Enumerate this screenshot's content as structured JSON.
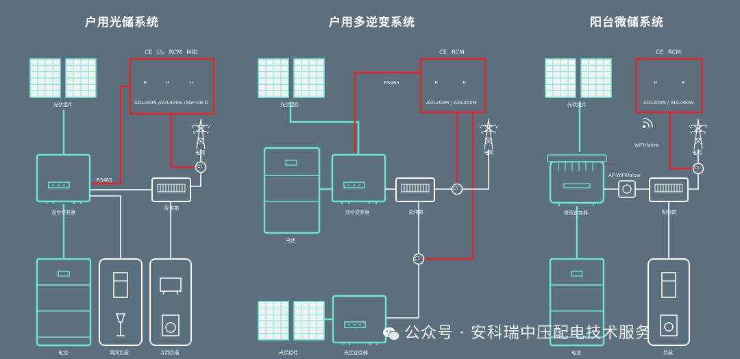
{
  "titles": {
    "left": "户用光储系统",
    "middle": "户用多逆变系统",
    "right": "阳台微储系统"
  },
  "left": {
    "certs": "CE UL RCM MID",
    "meter_models": "ADL200N /ADL400N /AGF-AE-D",
    "pv_label": "光伏组件",
    "grid_label": "电网",
    "ct_label": "CT",
    "rs485": "RS485",
    "inverter_label": "混合逆变器",
    "distbox_label": "配电箱",
    "battery_label": "电池",
    "backup_load_label": "离网负载",
    "grid_load_label": "并网负载"
  },
  "middle": {
    "certs": "CE RCM",
    "meter_models": "ADL200M / ADL400M",
    "rs485": "RS485",
    "pv_label": "光伏组件",
    "grid_label": "电网",
    "battery_label": "电池",
    "inverter_label": "混合逆变器",
    "distbox_label": "配电箱",
    "ct_label_1": "CT",
    "ct_label_2": "CT",
    "pv_bottom_label": "光伏组件",
    "pv_inverter_label": "光伏逆变器"
  },
  "right": {
    "certs": "CE RCM",
    "meter_models": "ADL200N / ADL400W",
    "pv_label": "光伏组件",
    "grid_label": "电网",
    "wifi_label": "WiFiHalow",
    "ap_label": "AP-WiFiHalow",
    "ct_label": "CT",
    "micro_inverter_label": "微型逆变器",
    "distbox_label": "配电箱",
    "battery_label": "电池",
    "load_label": "负载"
  },
  "watermark": "公众号 · 安科瑞中压配电技术服务",
  "colors": {
    "background": "#5b6f7c",
    "device": "#6ee6d6",
    "signal": "#e3262b",
    "power_line": "#ffffff"
  }
}
